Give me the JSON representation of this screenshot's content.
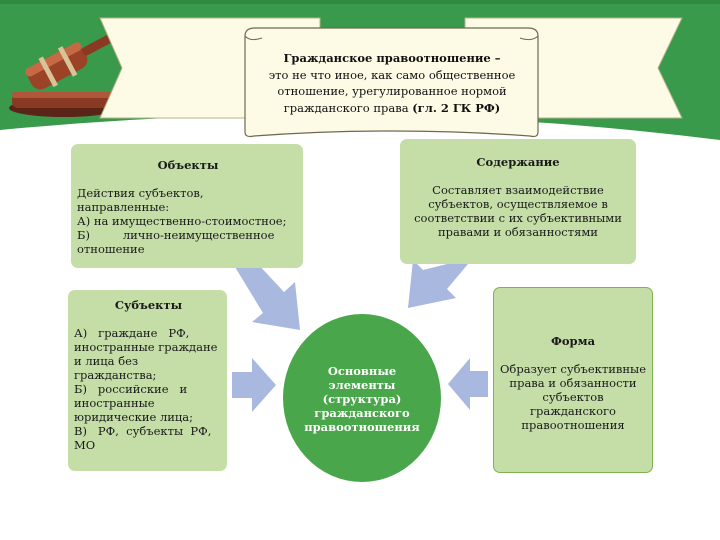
{
  "header": {
    "title": "Гражданское правоотношение –",
    "lines": [
      "это не что иное, как само общественное",
      "отношение, урегулированное нормой",
      "гражданского права"
    ],
    "ref": "(гл. 2 ГК РФ)"
  },
  "boxes": {
    "objects": {
      "title": "Объекты",
      "lines": [
        "Действия субъектов, направленные:",
        "А) на имущественно-стоимостное;",
        "Б)         лично-неимущественное",
        "отношение"
      ]
    },
    "content": {
      "title": "Содержание",
      "lines": [
        "Составляет взаимодействие",
        "субъектов, осуществляемое в",
        "соответствии с их субъективными",
        "правами и обязанностями"
      ]
    },
    "subjects": {
      "title": "Субъекты",
      "lines": [
        "А)   граждане   РФ,",
        "иностранные граждане",
        "и лица без гражданства;",
        "Б)   российские   и",
        "иностранные",
        "юридические лица;",
        "В)   РФ,  субъекты  РФ,",
        "МО"
      ]
    },
    "form": {
      "title": "Форма",
      "lines": [
        "Образует субъективные",
        "права и обязанности",
        "субъектов гражданского",
        "правоотношения"
      ]
    }
  },
  "center": {
    "lines": [
      "Основные",
      "элементы",
      "(структура)",
      "гражданского",
      "правоотношения"
    ]
  },
  "colors": {
    "header_green": "#3a9a4c",
    "scroll_fill": "#fdfbe6",
    "box_fill": "#c5dea8",
    "circle_fill": "#4aa64a",
    "arrow_fill": "#a9b8df"
  }
}
